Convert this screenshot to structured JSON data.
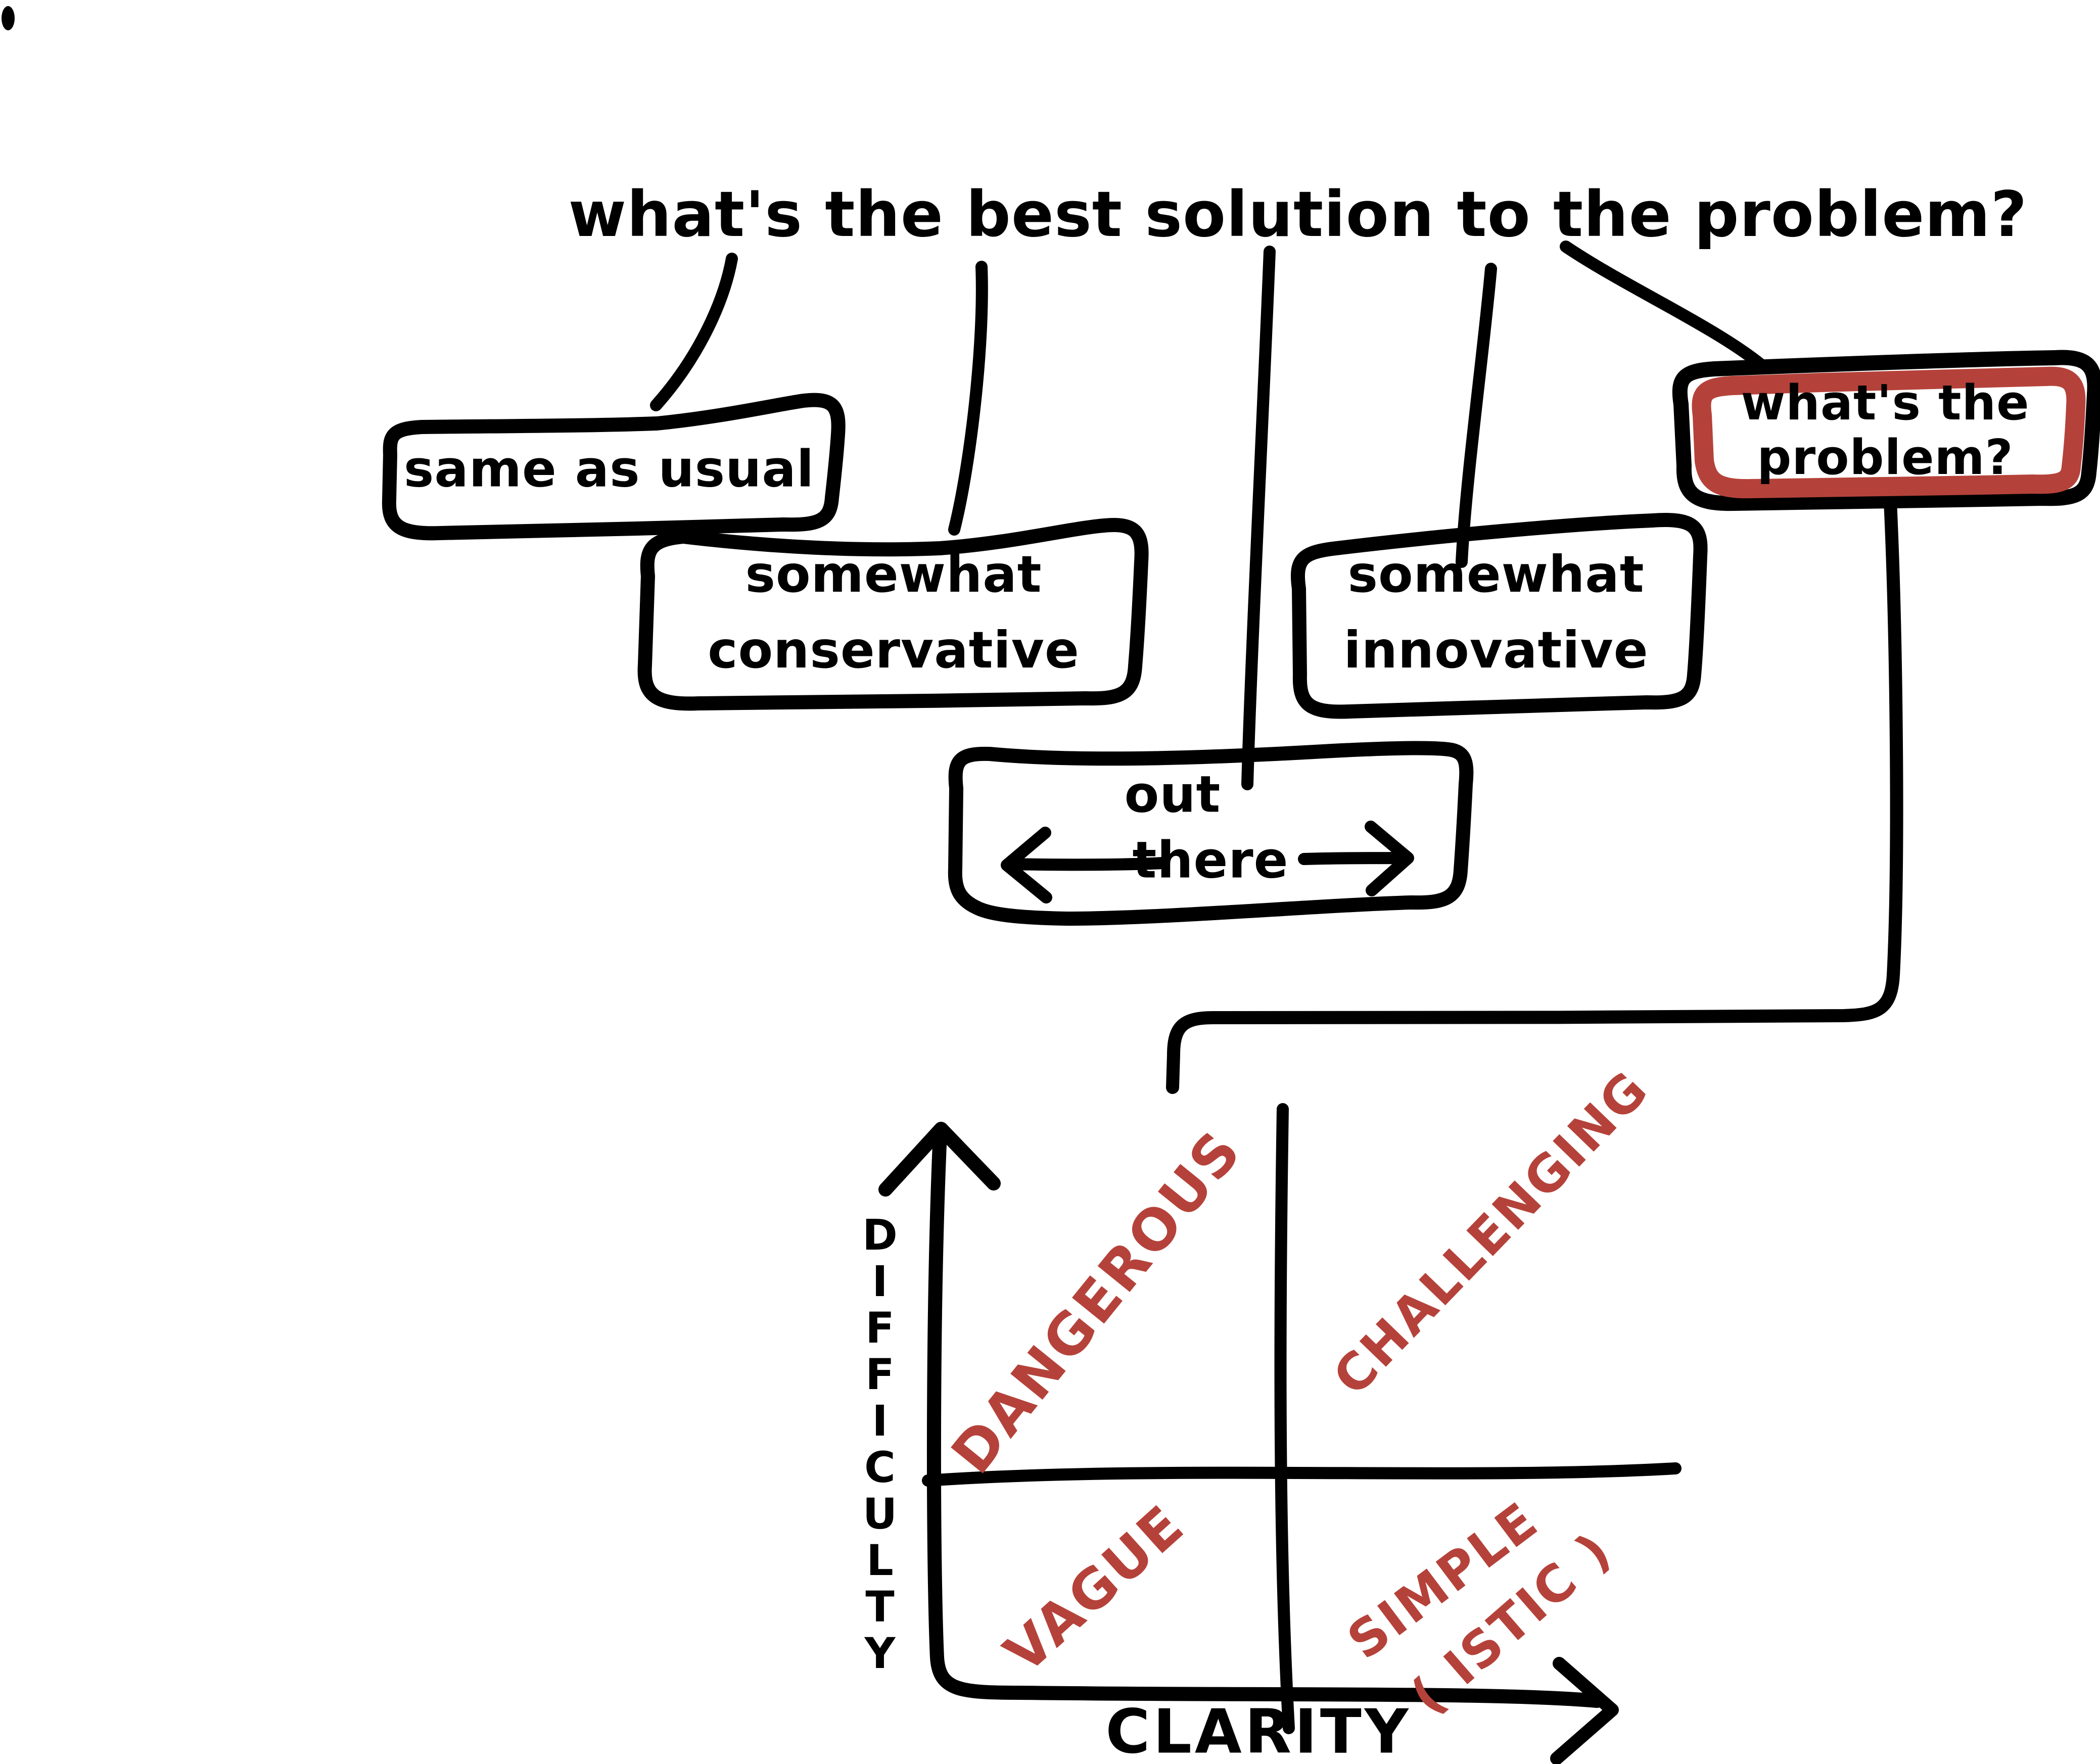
{
  "canvas": {
    "background": "#ffffff",
    "ink_color": "#000000",
    "accent_color": "#b5423a"
  },
  "title": {
    "text": "what's the best solution to the problem?"
  },
  "answers": {
    "same_as_usual": {
      "label": "same as usual"
    },
    "somewhat_conservative": {
      "line1": "somewhat",
      "line2": "conservative"
    },
    "out_there": {
      "line1": "out",
      "line2": "there"
    },
    "somewhat_innovative": {
      "line1": "somewhat",
      "line2": "innovative"
    },
    "whats_the_problem": {
      "line1": "what's the",
      "line2": "problem?",
      "highlighted": true,
      "highlight_color": "#b5423a"
    }
  },
  "quadrant_chart": {
    "y_axis_label": "DIFFICULTY",
    "x_axis_label": "CLARITY",
    "label_color": "#b5423a",
    "quadrants": {
      "top_left": "DANGEROUS",
      "top_right": "CHALLENGING",
      "bottom_left": "VAGUE",
      "bottom_right": "SIMPLE (ISTIC)",
      "bottom_right_line1": "SIMPLE",
      "bottom_right_line2": "( ISTIC )"
    }
  }
}
